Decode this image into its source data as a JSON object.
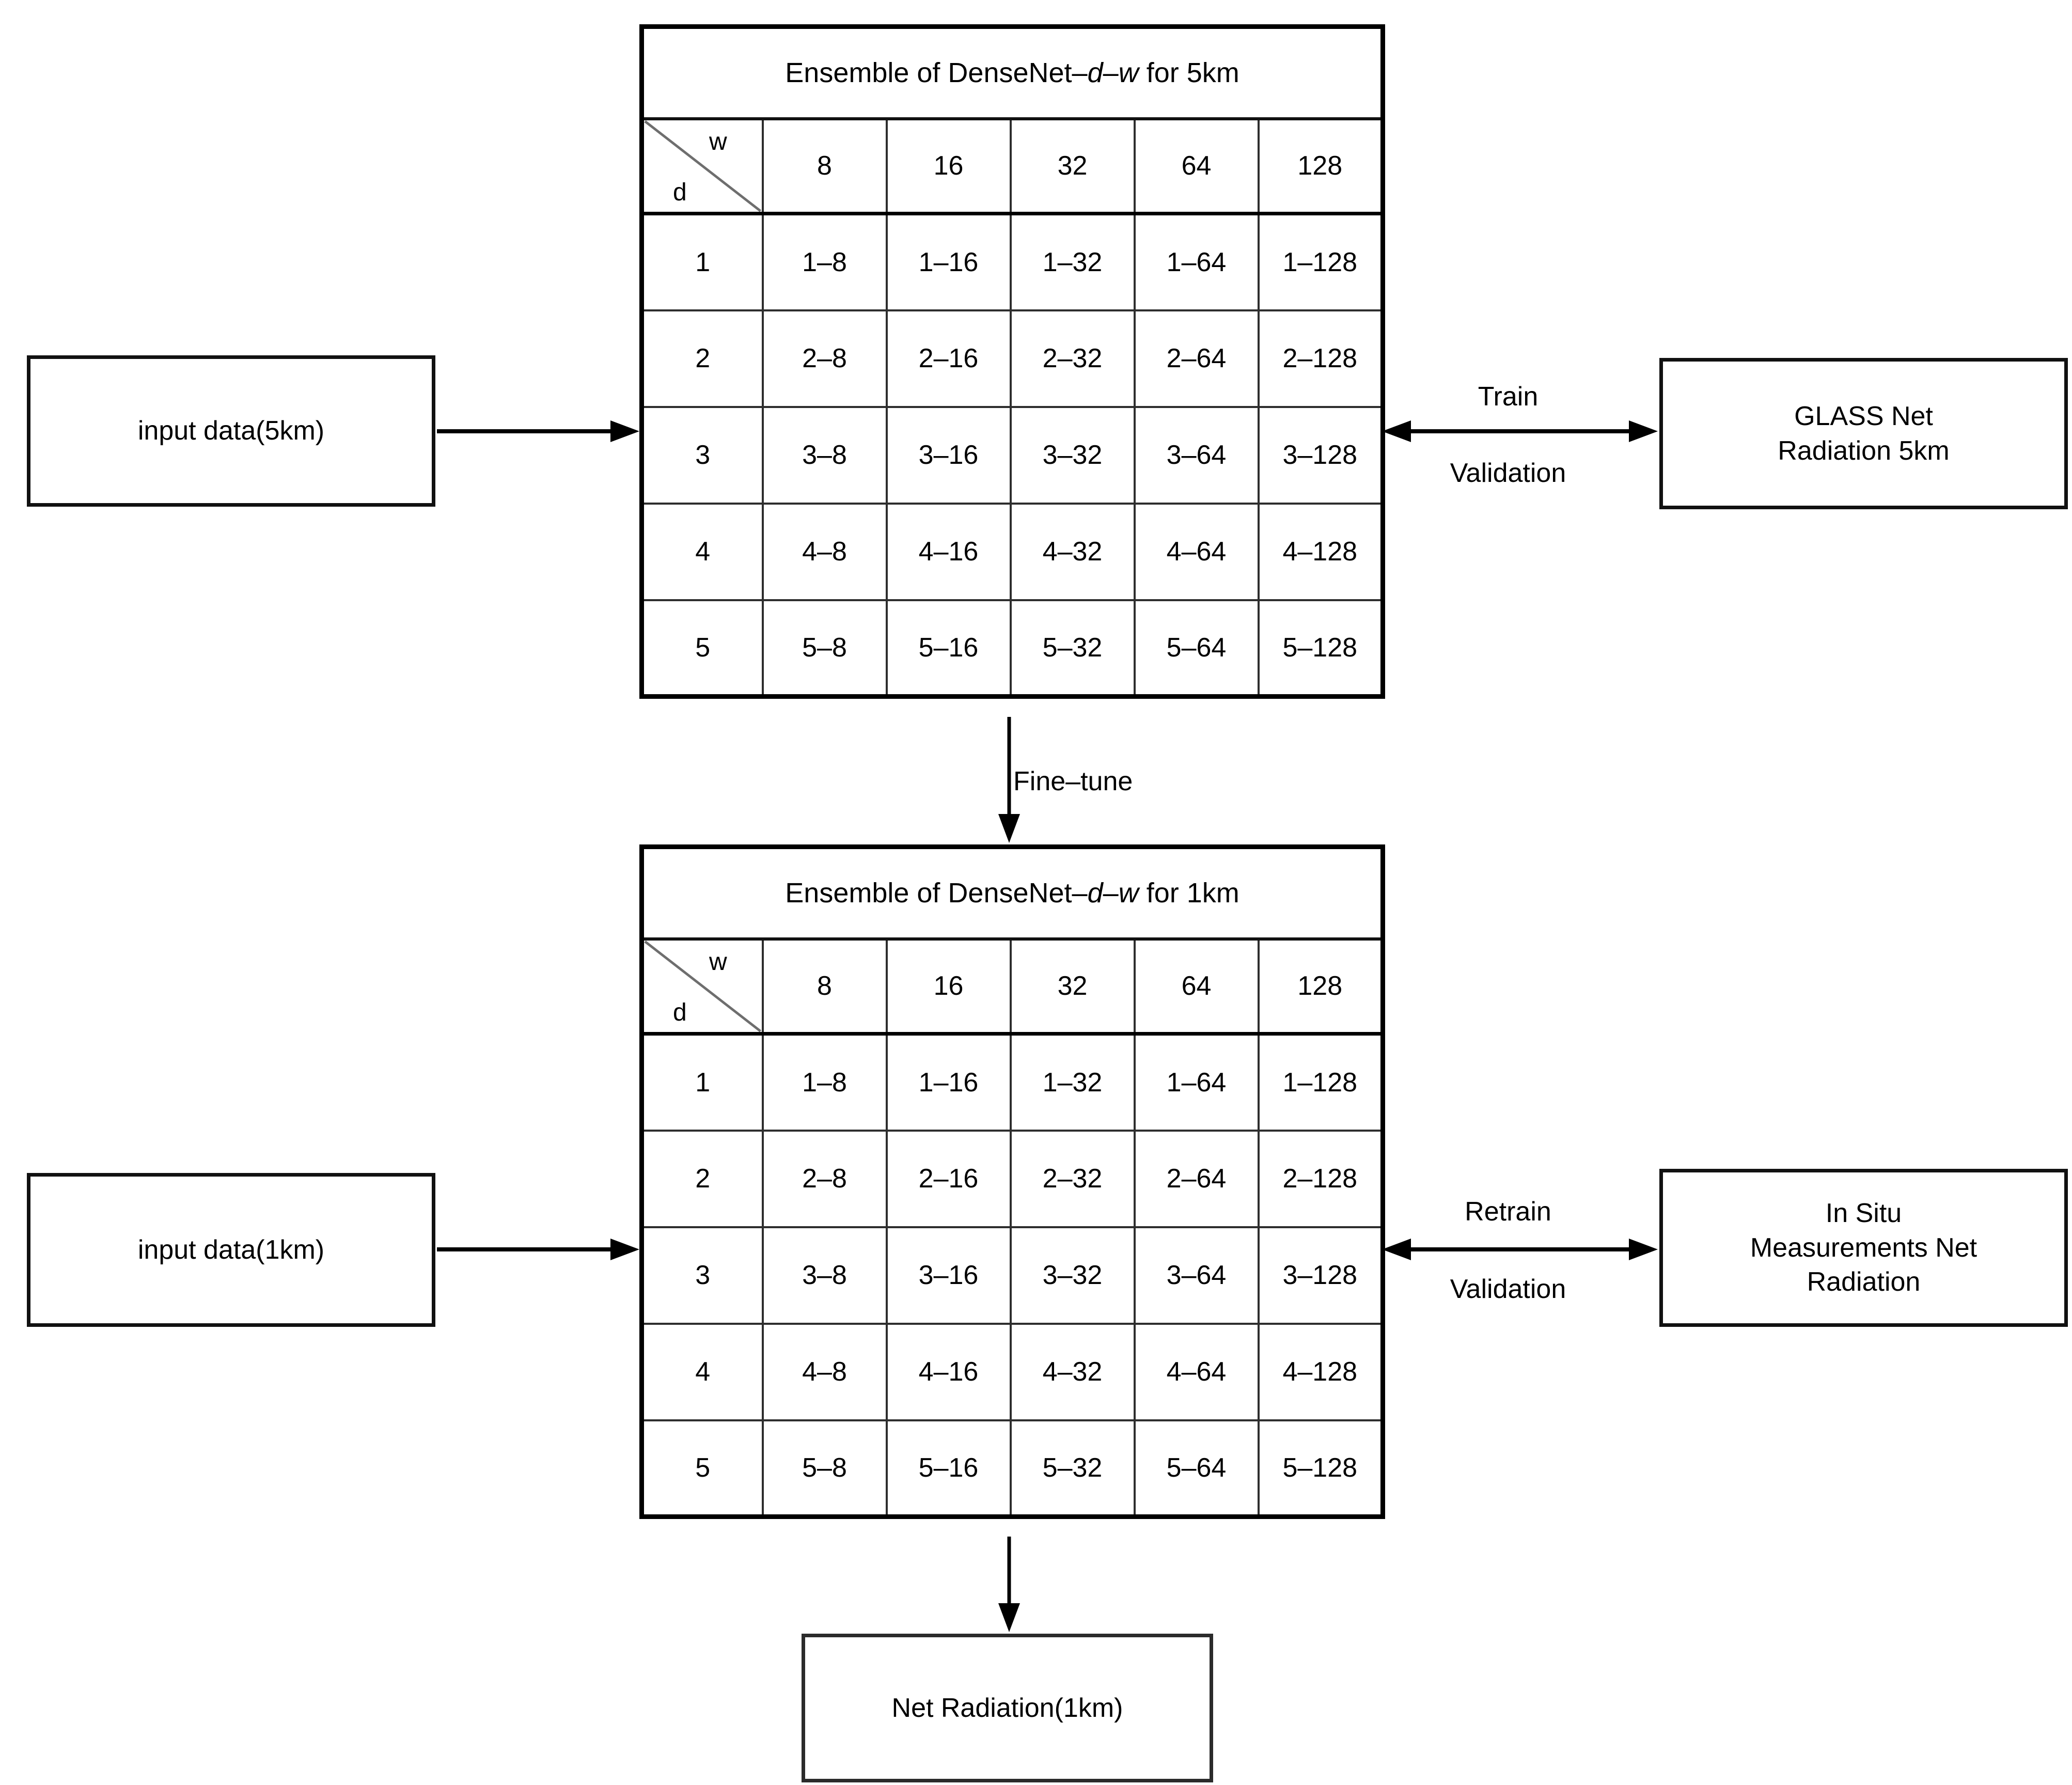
{
  "colors": {
    "line": "#000000",
    "grid_inner": "#2e2e2e",
    "diagonal": "#6e6e6e",
    "background": "#ffffff"
  },
  "table_5km": {
    "title": {
      "prefix": "Ensemble of DenseNet–",
      "d": "d",
      "dash": "–",
      "w": "w",
      "suffix": " for 5km"
    },
    "corner": {
      "w": "w",
      "d": "d"
    },
    "col_headers": [
      "8",
      "16",
      "32",
      "64",
      "128"
    ],
    "row_headers": [
      "1",
      "2",
      "3",
      "4",
      "5"
    ],
    "cells": [
      [
        "1–8",
        "1–16",
        "1–32",
        "1–64",
        "1–128"
      ],
      [
        "2–8",
        "2–16",
        "2–32",
        "2–64",
        "2–128"
      ],
      [
        "3–8",
        "3–16",
        "3–32",
        "3–64",
        "3–128"
      ],
      [
        "4–8",
        "4–16",
        "4–32",
        "4–64",
        "4–128"
      ],
      [
        "5–8",
        "5–16",
        "5–32",
        "5–64",
        "5–128"
      ]
    ]
  },
  "table_1km": {
    "title": {
      "prefix": "Ensemble of DenseNet–",
      "d": "d",
      "dash": "–",
      "w": "w",
      "suffix": " for 1km"
    },
    "corner": {
      "w": "w",
      "d": "d"
    },
    "col_headers": [
      "8",
      "16",
      "32",
      "64",
      "128"
    ],
    "row_headers": [
      "1",
      "2",
      "3",
      "4",
      "5"
    ],
    "cells": [
      [
        "1–8",
        "1–16",
        "1–32",
        "1–64",
        "1–128"
      ],
      [
        "2–8",
        "2–16",
        "2–32",
        "2–64",
        "2–128"
      ],
      [
        "3–8",
        "3–16",
        "3–32",
        "3–64",
        "3–128"
      ],
      [
        "4–8",
        "4–16",
        "4–32",
        "4–64",
        "4–128"
      ],
      [
        "5–8",
        "5–16",
        "5–32",
        "5–64",
        "5–128"
      ]
    ]
  },
  "boxes": {
    "input_5km": "input data(5km)",
    "input_1km": "input data(1km)",
    "glass": {
      "line1": "GLASS Net",
      "line2": "Radiation 5km"
    },
    "insitu": {
      "line1": "In Situ",
      "line2": "Measurements Net",
      "line3": "Radiation"
    },
    "output": "Net Radiation(1km)"
  },
  "labels": {
    "train": "Train",
    "validation_top": "Validation",
    "retrain": "Retrain",
    "validation_bottom": "Validation",
    "finetune": "Fine–tune"
  }
}
